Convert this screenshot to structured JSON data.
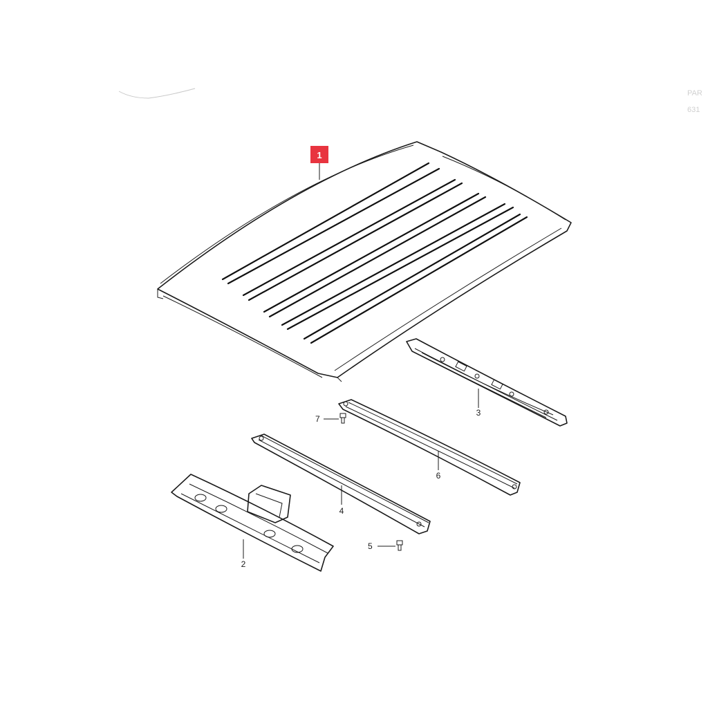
{
  "callouts": {
    "c1": "1",
    "c2": "2",
    "c3": "3",
    "c4": "4",
    "c5": "5",
    "c6": "6",
    "c7": "7"
  },
  "corner_text": {
    "line1": "PAR",
    "line2": "631"
  },
  "colors": {
    "highlight": "#e8343f",
    "line": "#1a1a1a",
    "background": "#ffffff"
  }
}
